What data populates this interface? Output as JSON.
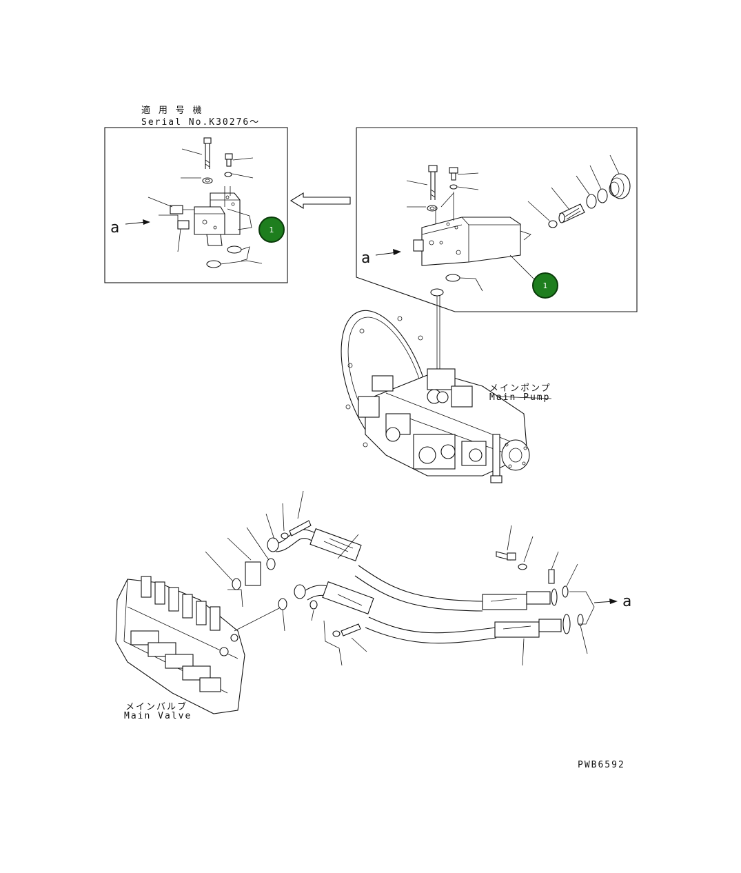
{
  "inset": {
    "applicable_model_jp": "適 用 号 機",
    "serial": "Serial No.K30276～",
    "arrow_label": "a",
    "callout": "1"
  },
  "pump_detail": {
    "arrow_label": "a",
    "callout": "1"
  },
  "labels": {
    "main_pump_jp": "メインポンプ",
    "main_pump_en": "Main Pump",
    "main_valve_jp": "メインバルブ",
    "main_valve_en": "Main Valve",
    "outlet_label": "a"
  },
  "drawing_code": "PWB6592"
}
